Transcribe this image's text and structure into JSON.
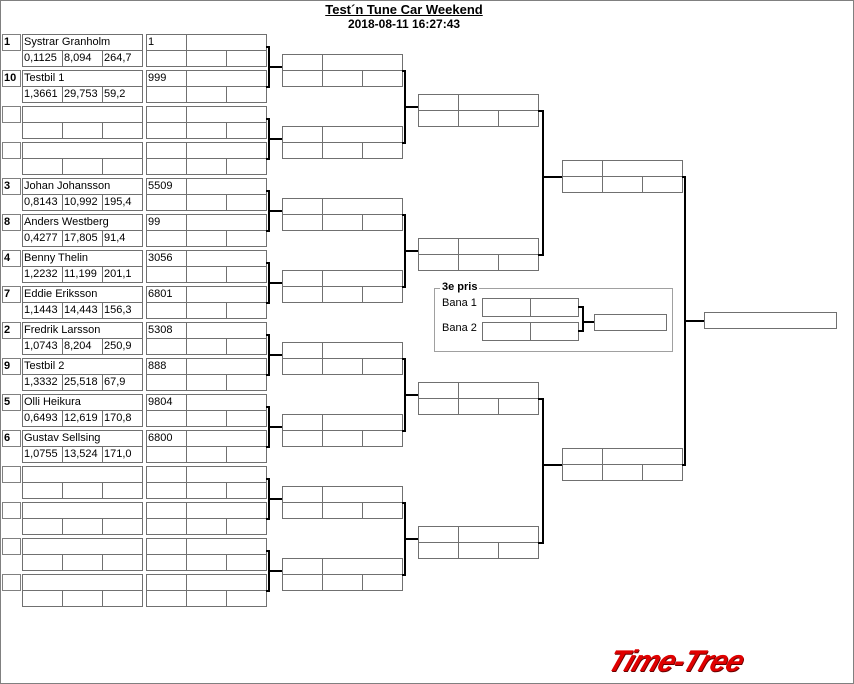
{
  "header": {
    "title": "Test´n Tune Car Weekend",
    "datetime": "2018-08-11 16:27:43"
  },
  "entries": [
    {
      "seed": "1",
      "name": "Systrar Granholm",
      "reaction": "0,1125",
      "et": "8,094",
      "speed": "264,7",
      "number": "1"
    },
    {
      "seed": "10",
      "name": "Testbil 1",
      "reaction": "1,3661",
      "et": "29,753",
      "speed": "59,2",
      "number": "999"
    },
    {
      "seed": "",
      "name": "",
      "reaction": "",
      "et": "",
      "speed": "",
      "number": ""
    },
    {
      "seed": "",
      "name": "",
      "reaction": "",
      "et": "",
      "speed": "",
      "number": ""
    },
    {
      "seed": "3",
      "name": "Johan Johansson",
      "reaction": "0,8143",
      "et": "10,992",
      "speed": "195,4",
      "number": "5509"
    },
    {
      "seed": "8",
      "name": "Anders Westberg",
      "reaction": "0,4277",
      "et": "17,805",
      "speed": "91,4",
      "number": "99"
    },
    {
      "seed": "4",
      "name": "Benny Thelin",
      "reaction": "1,2232",
      "et": "11,199",
      "speed": "201,1",
      "number": "3056"
    },
    {
      "seed": "7",
      "name": "Eddie Eriksson",
      "reaction": "1,1443",
      "et": "14,443",
      "speed": "156,3",
      "number": "6801"
    },
    {
      "seed": "2",
      "name": "Fredrik Larsson",
      "reaction": "1,0743",
      "et": "8,204",
      "speed": "250,9",
      "number": "5308"
    },
    {
      "seed": "9",
      "name": "Testbil 2",
      "reaction": "1,3332",
      "et": "25,518",
      "speed": "67,9",
      "number": "888"
    },
    {
      "seed": "5",
      "name": "Olli Heikura",
      "reaction": "0,6493",
      "et": "12,619",
      "speed": "170,8",
      "number": "9804"
    },
    {
      "seed": "6",
      "name": "Gustav Sellsing",
      "reaction": "1,0755",
      "et": "13,524",
      "speed": "171,0",
      "number": "6800"
    },
    {
      "seed": "",
      "name": "",
      "reaction": "",
      "et": "",
      "speed": "",
      "number": ""
    },
    {
      "seed": "",
      "name": "",
      "reaction": "",
      "et": "",
      "speed": "",
      "number": ""
    },
    {
      "seed": "",
      "name": "",
      "reaction": "",
      "et": "",
      "speed": "",
      "number": ""
    },
    {
      "seed": "",
      "name": "",
      "reaction": "",
      "et": "",
      "speed": "",
      "number": ""
    }
  ],
  "third_place": {
    "title": "3e pris",
    "lane1": "Bana 1",
    "lane2": "Bana 2"
  },
  "logo": "Time-Tree"
}
